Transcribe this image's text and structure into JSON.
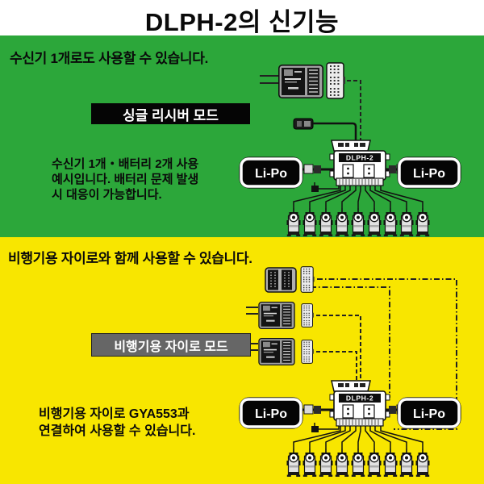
{
  "page": {
    "title": "DLPH-2의 신기능"
  },
  "sections": {
    "single_receiver": {
      "heading": "수신기 1개로도 사용할 수 있습니다.",
      "mode_label": "싱글 리시버 모드",
      "description_lines": [
        "수신기 1개・배터리 2개 사용",
        "예시입니다. 배터리 문제 발생",
        "시 대응이 가능합니다."
      ],
      "device_label": "DLPH-2",
      "battery_left": "Li-Po",
      "battery_right": "Li-Po",
      "servo_count": 9,
      "colors": {
        "background": "#2CA73A",
        "mode_box_bg": "#050505",
        "mode_box_text": "#FFFFFF"
      }
    },
    "gyro": {
      "heading": "비행기용 자이로와 함께 사용할 수 있습니다.",
      "mode_label": "비행기용 자이로 모드",
      "description_lines": [
        "비행기용 자이로 GYA553과",
        "연결하여 사용할 수 있습니다."
      ],
      "device_label": "DLPH-2",
      "battery_left": "Li-Po",
      "battery_right": "Li-Po",
      "servo_count": 9,
      "colors": {
        "background": "#F8E600",
        "mode_box_bg": "#666666",
        "mode_box_text": "#FFFFFF"
      }
    }
  }
}
